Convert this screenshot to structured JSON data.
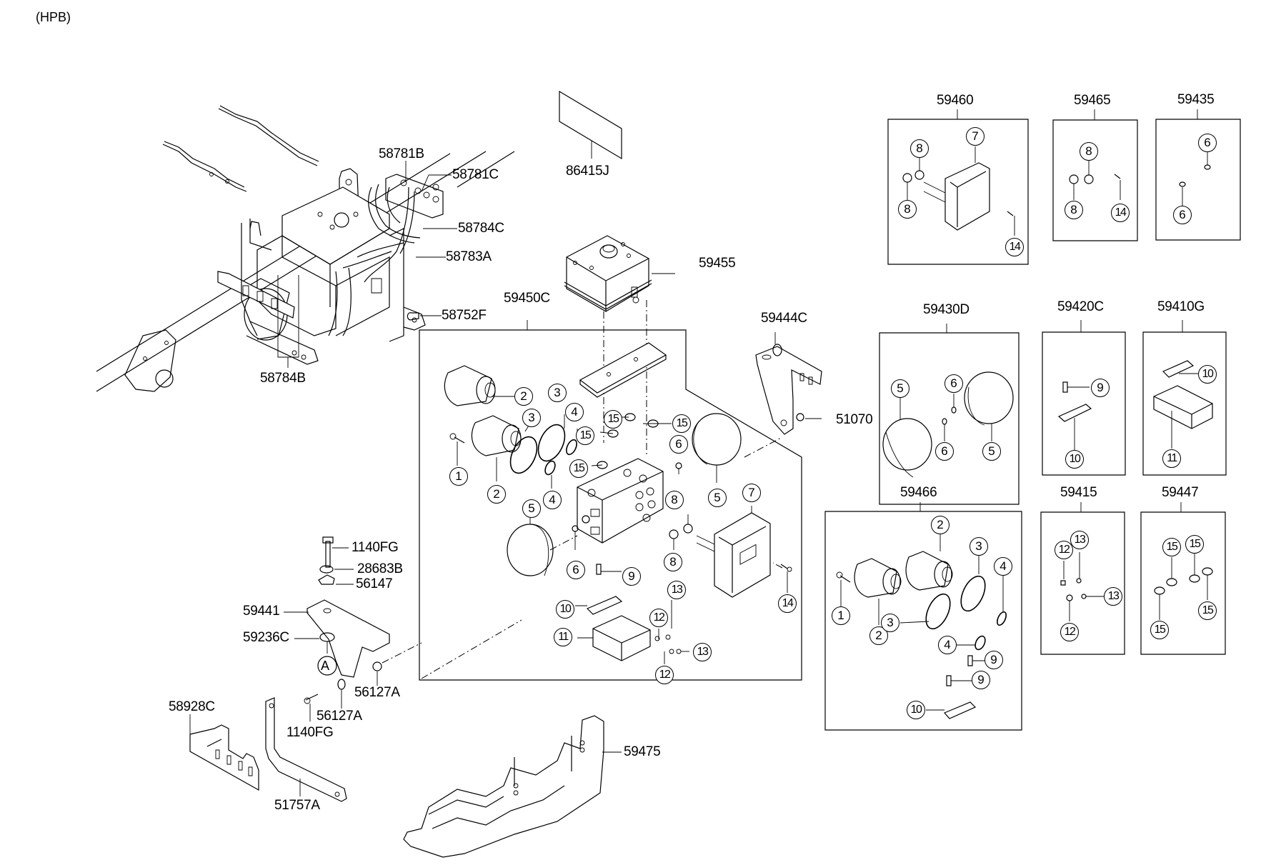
{
  "diagram": {
    "title": "(HPB)",
    "type": "exploded parts diagram",
    "main_assembly_labels": {
      "p58781B": "58781B",
      "p58781C": "58781C",
      "p58784C": "58784C",
      "p58783A": "58783A",
      "p58752F": "58752F",
      "p58784B": "58784B",
      "p86415J": "86415J",
      "p59455": "59455",
      "p59450C": "59450C",
      "p59444C": "59444C",
      "p51070": "51070",
      "p1140FG_top": "1140FG",
      "p28683B": "28683B",
      "p56147": "56147",
      "p59441": "59441",
      "p59236C": "59236C",
      "ref_A": "A",
      "p56127A_right": "56127A",
      "p56127A_low": "56127A",
      "p1140FG_low": "1140FG",
      "p58928C": "58928C",
      "p51757A": "51757A",
      "p59475": "59475"
    },
    "callouts_59450C": [
      "2",
      "3",
      "3",
      "4",
      "15",
      "15",
      "15",
      "15",
      "1",
      "2",
      "6",
      "4",
      "5",
      "5",
      "6",
      "8",
      "7",
      "8",
      "9",
      "10",
      "12",
      "13",
      "11",
      "13",
      "12",
      "14"
    ],
    "kits": [
      {
        "part": "59460",
        "callouts": [
          "8",
          "7",
          "8",
          "14"
        ]
      },
      {
        "part": "59465",
        "callouts": [
          "8",
          "8",
          "14"
        ]
      },
      {
        "part": "59435",
        "callouts": [
          "6",
          "6"
        ]
      },
      {
        "part": "59430D",
        "callouts": [
          "5",
          "6",
          "6",
          "5"
        ]
      },
      {
        "part": "59420C",
        "callouts": [
          "9",
          "10"
        ]
      },
      {
        "part": "59410G",
        "callouts": [
          "10",
          "11"
        ]
      },
      {
        "part": "59466",
        "callouts": [
          "2",
          "3",
          "1",
          "2",
          "3",
          "4",
          "4",
          "9",
          "9",
          "10"
        ]
      },
      {
        "part": "59415",
        "callouts": [
          "13",
          "12",
          "13",
          "12"
        ]
      },
      {
        "part": "59447",
        "callouts": [
          "15",
          "15",
          "15",
          "15"
        ]
      }
    ]
  }
}
